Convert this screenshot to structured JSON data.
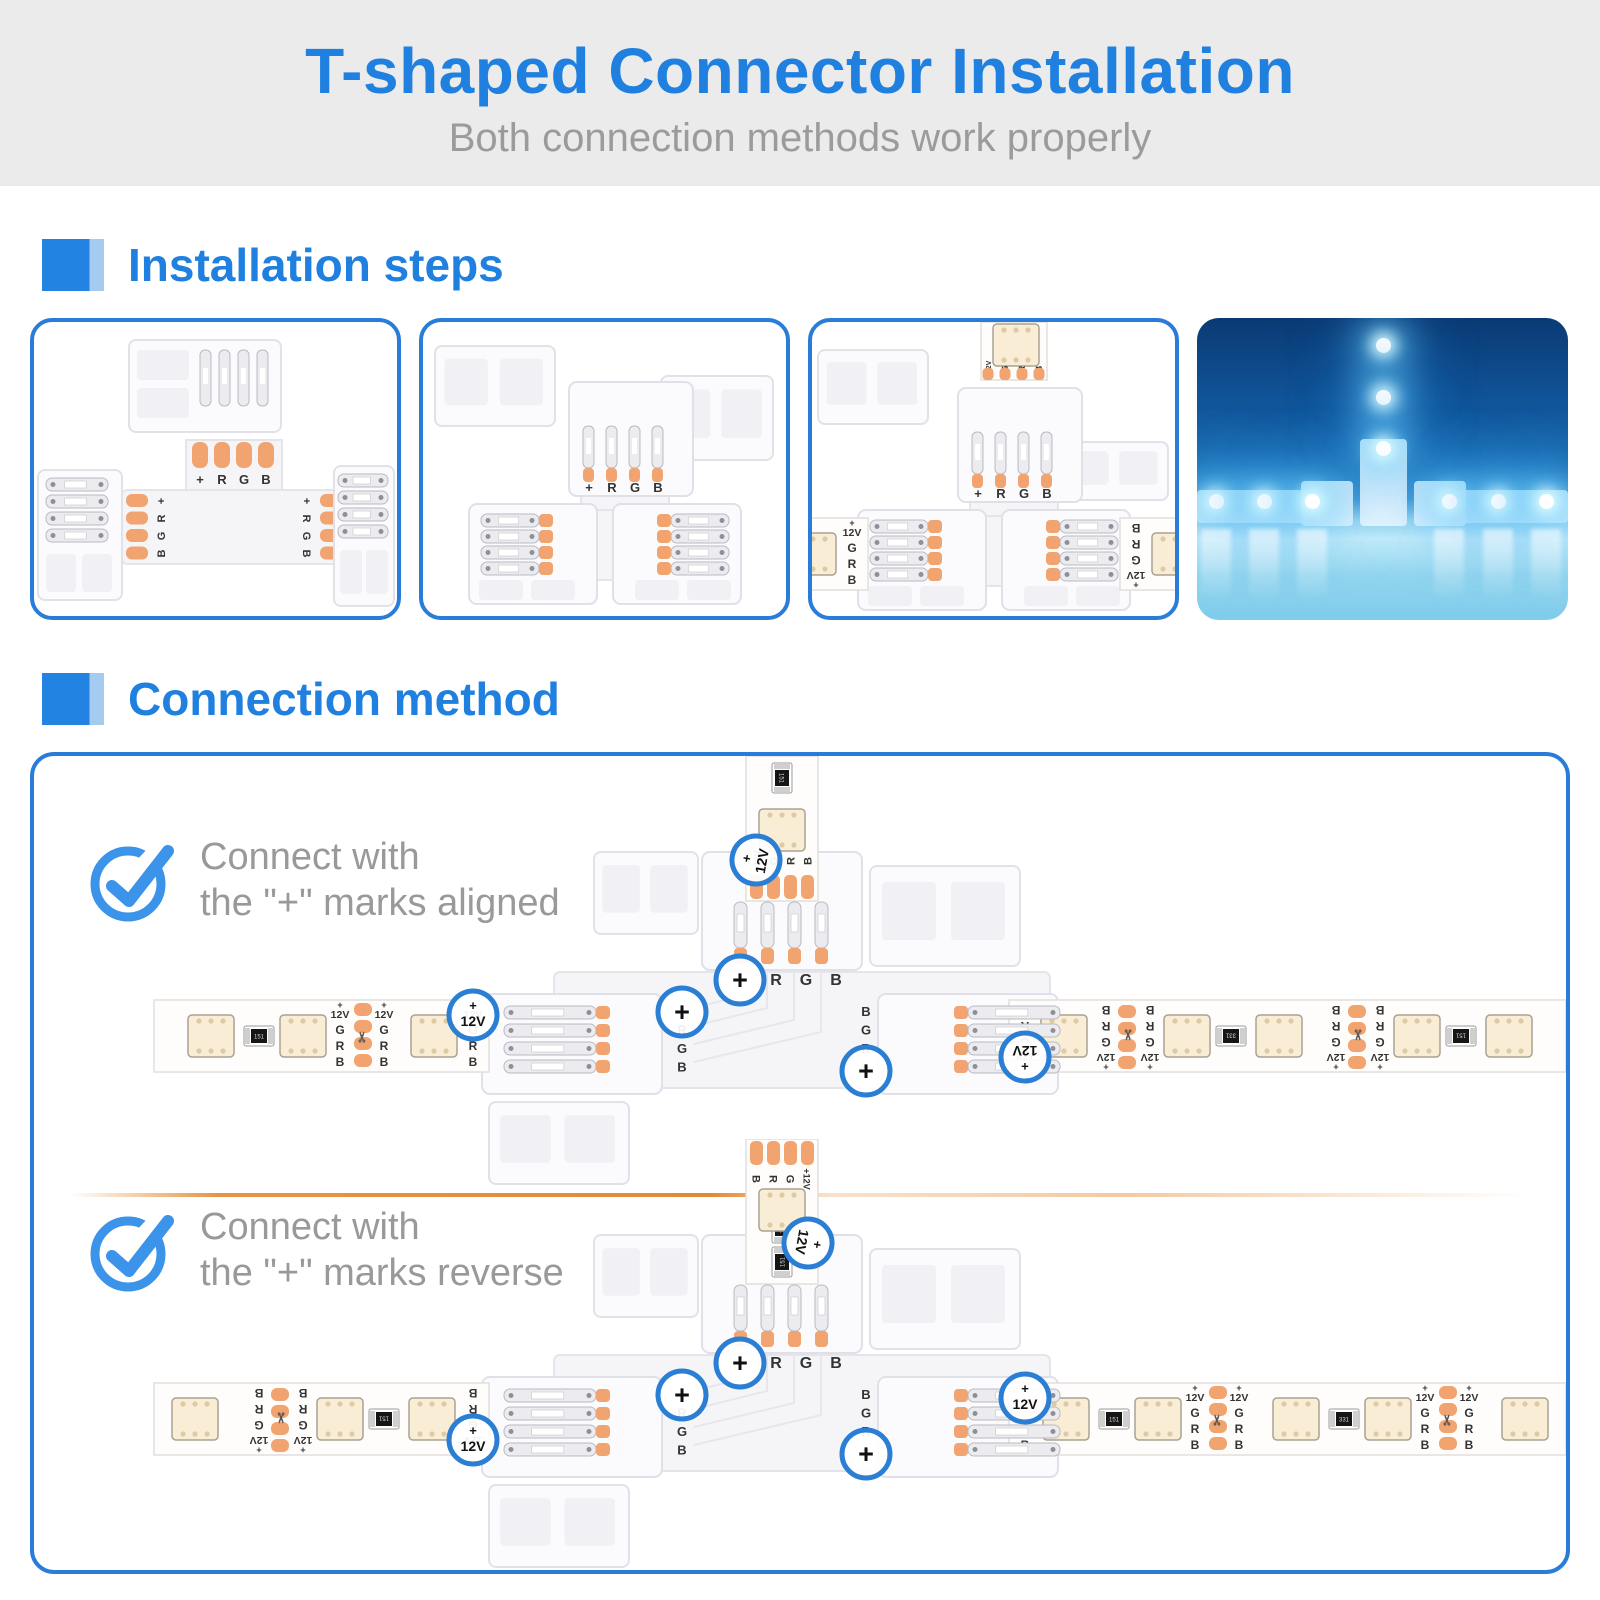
{
  "header": {
    "title": "T-shaped Connector Installation",
    "subtitle": "Both connection methods work properly"
  },
  "sections": {
    "steps": "Installation steps",
    "method": "Connection method"
  },
  "methods": [
    {
      "line1": "Connect with",
      "line2": "the \"+\" marks aligned"
    },
    {
      "line1": "Connect with",
      "line2": "the \"+\" marks reverse"
    }
  ],
  "pin_labels": {
    "stem": [
      "+",
      "R",
      "G",
      "B"
    ],
    "left_arm": [
      "+",
      "R",
      "G",
      "B"
    ],
    "right_arm": [
      "B",
      "G",
      "R",
      "+"
    ],
    "strip": [
      "12V",
      "G",
      "R",
      "B"
    ],
    "plus": "+"
  },
  "badges": {
    "plus": "+",
    "twelve_v": "12V"
  },
  "resistor_codes": [
    "151",
    "331"
  ],
  "scissors": "✂",
  "colors": {
    "accent_blue": "#1f80e0",
    "border_blue": "#2a7cd9",
    "marker_blue": "#2383e2",
    "marker_light": "#a6cbf0",
    "check_blue": "#3b93ea",
    "pad_orange": "#f2a470",
    "divider_orange": "#e28a36",
    "text_gray": "#9b9b9b",
    "led_beige": "#f9edd5",
    "badge_ring": "#2a7fd4"
  }
}
